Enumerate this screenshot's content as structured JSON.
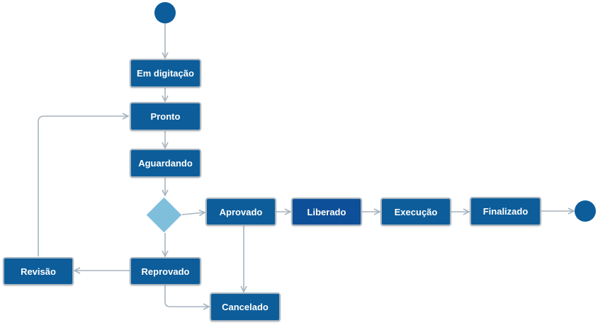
{
  "nodes": {
    "em_digitacao": "Em digitação",
    "pronto": "Pronto",
    "aguardando": "Aguardando",
    "aprovado": "Aprovado",
    "liberado": "Liberado",
    "execucao": "Execução",
    "finalizado": "Finalizado",
    "reprovado": "Reprovado",
    "revisao": "Revisão",
    "cancelado": "Cancelado"
  },
  "colors": {
    "node_fill": "#0c5d9a",
    "node_fill_highlight": "#0d4f98",
    "node_border": "#a7b4bf",
    "decision_fill": "#7fbfdb",
    "edge": "#a7b4bf"
  }
}
